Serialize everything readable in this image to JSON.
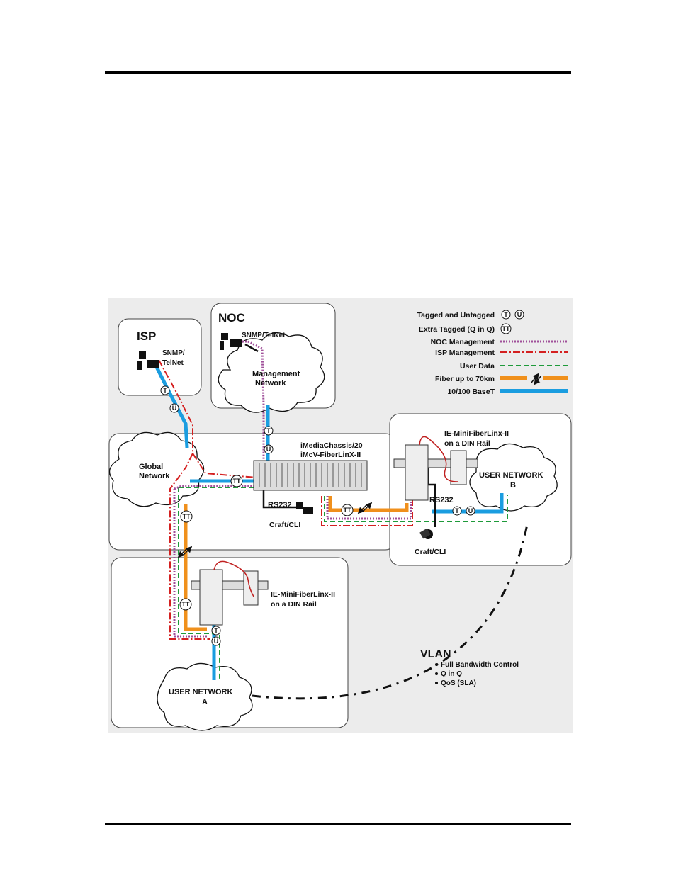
{
  "regions": {
    "isp": "ISP",
    "noc": "NOC"
  },
  "clouds": {
    "management": [
      "Management",
      "Network"
    ],
    "global": [
      "Global",
      "Network"
    ],
    "user_b": [
      "USER NETWORK",
      "B"
    ],
    "user_a": [
      "USER NETWORK",
      "A"
    ]
  },
  "labels": {
    "isp_station": [
      "SNMP/",
      "TelNet"
    ],
    "noc_station": "SNMP/TelNet",
    "chassis": [
      "iMediaChassis/20",
      "iMcV-FiberLinX-II"
    ],
    "rs232_left": "RS232",
    "craft_left": "Craft/CLI",
    "rs232_right": "RS232",
    "craft_right": "Craft/CLI",
    "mini_b": [
      "IE-MiniFiberLinx-II",
      "on a DIN Rail"
    ],
    "mini_a": [
      "IE-MiniFiberLinx-II",
      "on a DIN Rail"
    ]
  },
  "legend": [
    {
      "label": "Tagged and Untagged",
      "kind": "badges",
      "badges": [
        "T",
        "U"
      ]
    },
    {
      "label": "Extra Tagged (Q in Q)",
      "kind": "badges",
      "badges": [
        "TT"
      ]
    },
    {
      "label": "NOC Management",
      "kind": "noc",
      "color": "#a0509a"
    },
    {
      "label": "ISP Management",
      "kind": "isp",
      "color": "#d42020"
    },
    {
      "label": "User Data",
      "kind": "user",
      "color": "#1e9a3a"
    },
    {
      "label": "Fiber up to 70km",
      "kind": "fiber",
      "color": "#f0901c"
    },
    {
      "label": "10/100 BaseT",
      "kind": "base",
      "color": "#1a9de0"
    }
  ],
  "vlan": {
    "title": "VLAN",
    "items": [
      "Full Bandwidth Control",
      "Q in Q",
      "QoS (SLA)"
    ]
  },
  "badges": {
    "t": "T",
    "u": "U",
    "tt": "TT"
  },
  "colors": {
    "noc": "#a0509a",
    "isp": "#d42020",
    "user": "#1e9a3a",
    "fiber": "#f0901c",
    "base": "#1a9de0",
    "panel": "#ececec"
  }
}
